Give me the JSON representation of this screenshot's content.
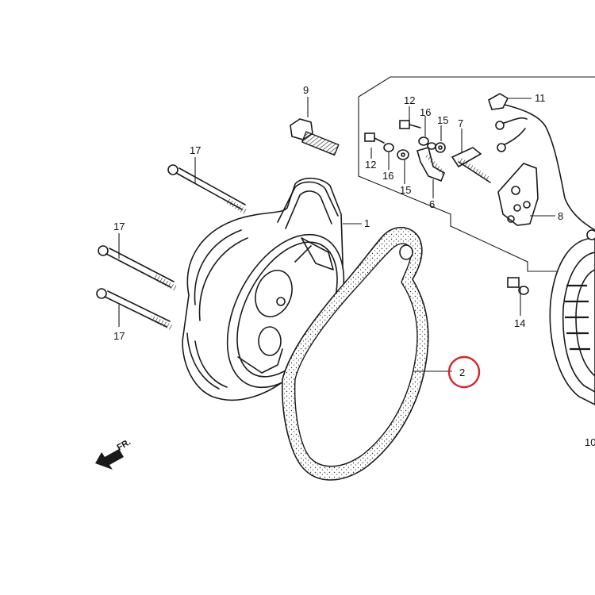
{
  "labels": {
    "part_1": "1",
    "part_2": "2",
    "part_6": "6",
    "part_7": "7",
    "part_8": "8",
    "part_9": "9",
    "part_10": "10",
    "part_11": "11",
    "part_12_top": "12",
    "part_12_bottom": "12",
    "part_14": "14",
    "part_15_top": "15",
    "part_15_bottom": "15",
    "part_16_top": "16",
    "part_16_bottom": "16",
    "part_17_top": "17",
    "part_17_mid": "17",
    "part_17_bottom": "17",
    "front_arrow": "FR."
  },
  "highlight": {
    "part": "2",
    "color": "#d8232a"
  },
  "colors": {
    "ink": "#1a1a1a",
    "background": "#ffffff"
  }
}
